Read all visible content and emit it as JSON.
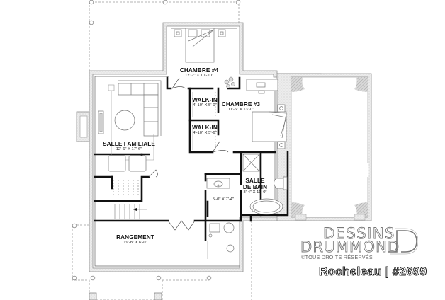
{
  "plan": {
    "type": "basement floor plan",
    "rooms": [
      {
        "id": "chambre4",
        "name": "CHAMBRE #4",
        "dimensions": "12'-2\" X 10'-10\""
      },
      {
        "id": "walkin1",
        "name": "WALK-IN",
        "dimensions": "4'-10\" X 5'-0\""
      },
      {
        "id": "chambre3",
        "name": "CHAMBRE #3",
        "dimensions": "11'-6\" X 13'-0\""
      },
      {
        "id": "walkin2",
        "name": "WALK-IN",
        "dimensions": "4'-10\" X 5'-6\""
      },
      {
        "id": "salle_familiale",
        "name": "SALLE FAMILIALE",
        "dimensions": "12'-6\" X 17'-6\""
      },
      {
        "id": "salle_de_bain",
        "name": "SALLE\nDE BAIN",
        "name_line1": "SALLE",
        "name_line2": "DE BAIN",
        "dimensions": "8'-4\" X 11'-0\""
      },
      {
        "id": "vanity",
        "name": "",
        "dimensions": "5'-0\" X 7'-4\""
      },
      {
        "id": "rangement",
        "name": "RANGEMENT",
        "dimensions": "19'-8\" X 6'-0\""
      }
    ]
  },
  "branding": {
    "line1": "DESSINS",
    "line2": "DRUMMOND",
    "rights": "©TOUS DROITS RÉSERVÉS",
    "title": "Rocheleau | #2699"
  },
  "colors": {
    "wall_heavy": "#111111",
    "wall_foundation": "#9a9a9a",
    "foundation_fill": "#e9e9e9",
    "furniture": "#777777",
    "dashed": "#8a8a8a",
    "logo_stroke": "#777777"
  }
}
